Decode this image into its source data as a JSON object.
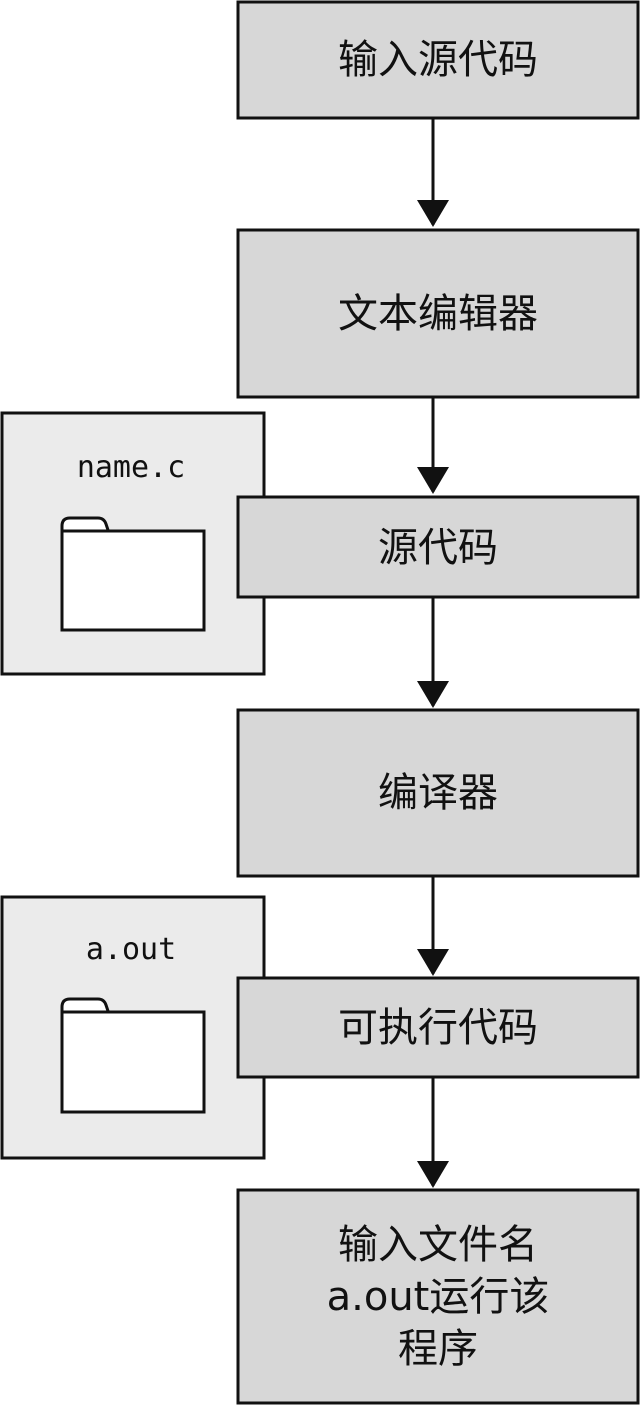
{
  "colors": {
    "step_fill": "#d7d7d7",
    "file_panel_fill": "#ebebeb",
    "stroke": "#111111"
  },
  "steps": [
    {
      "lines": [
        "输入源代码"
      ]
    },
    {
      "lines": [
        "文本编辑器"
      ]
    },
    {
      "lines": [
        "源代码"
      ]
    },
    {
      "lines": [
        "编译器"
      ]
    },
    {
      "lines": [
        "可执行代码"
      ]
    },
    {
      "lines": [
        "输入文件名",
        "a.out运行该",
        "程序"
      ]
    }
  ],
  "files": [
    {
      "name": "name.c",
      "icon": "folder-icon"
    },
    {
      "name": "a.out",
      "icon": "folder-icon"
    }
  ]
}
